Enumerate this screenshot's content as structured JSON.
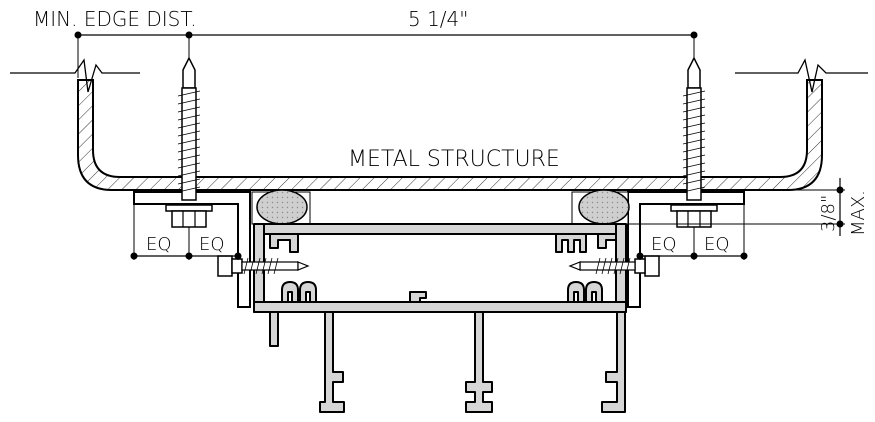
{
  "labels": {
    "min_edge_dist": "MIN. EDGE DIST.",
    "span_dim": "5 1/4\"",
    "structure": "METAL STRUCTURE",
    "eq": "EQ",
    "gap_dim": "3/8\"",
    "gap_max": "MAX."
  },
  "colors": {
    "line": "#000000",
    "aluminum": "#d6d6d6",
    "seal": "#cfcfcf"
  }
}
